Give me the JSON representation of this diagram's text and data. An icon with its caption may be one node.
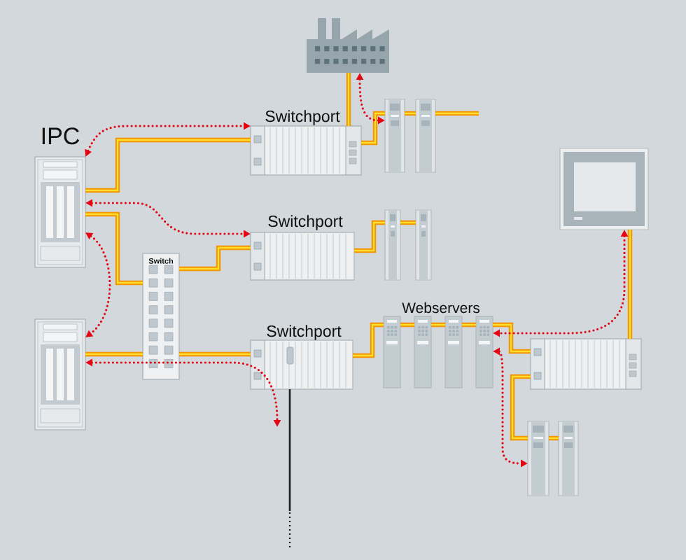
{
  "diagram": {
    "nodes": [
      {
        "text": [],
        "shape": "picture"
      },
      {
        "text": [
          "IPC"
        ]
      },
      {
        "text": [
          "Switchport"
        ]
      },
      {
        "text": [],
        "shape": "picture"
      },
      {
        "text": [],
        "shape": "picture"
      },
      {
        "text": [],
        "shape": "picture"
      },
      {
        "text": [
          "Switchport"
        ]
      },
      {
        "text": [],
        "shape": "picture"
      },
      {
        "text": [],
        "shape": "picture"
      },
      {
        "text": [
          "Switch"
        ]
      },
      {
        "text": [],
        "shape": "picture"
      },
      {
        "text": [
          "Switchport"
        ]
      },
      {
        "text": [],
        "shape": "picture"
      },
      {
        "text": [],
        "shape": "picture"
      },
      {
        "text": [],
        "shape": "picture"
      },
      {
        "text": [],
        "shape": "picture"
      },
      {
        "text": [],
        "shape": "picture"
      },
      {
        "text": [],
        "shape": "picture"
      },
      {
        "text": [],
        "shape": "picture"
      }
    ],
    "edges": [
      {
        "from": 1,
        "to": 2,
        "arrow": "none"
      },
      {
        "from": 1,
        "to": 9,
        "arrow": "none"
      },
      {
        "from": 9,
        "to": 6,
        "arrow": "none"
      },
      {
        "from": 10,
        "to": 9,
        "arrow": "none"
      },
      {
        "from": 9,
        "to": 11,
        "arrow": "none"
      },
      {
        "from": 2,
        "to": 0,
        "arrow": "none"
      },
      {
        "from": 2,
        "to": 3,
        "arrow": "none"
      },
      {
        "from": 3,
        "to": 4,
        "arrow": "none"
      },
      {
        "from": 4,
        "to": null,
        "arrow": "none"
      },
      {
        "from": 6,
        "to": 7,
        "arrow": "none"
      },
      {
        "from": 7,
        "to": 8,
        "arrow": "none"
      },
      {
        "from": 11,
        "to": 12,
        "arrow": "none"
      },
      {
        "from": 12,
        "to": 13,
        "arrow": "none"
      },
      {
        "from": 13,
        "to": 14,
        "arrow": "none"
      },
      {
        "from": 14,
        "to": 15,
        "arrow": "none"
      },
      {
        "from": 15,
        "to": 16,
        "arrow": "none"
      },
      {
        "from": 16,
        "to": 5,
        "arrow": "none"
      },
      {
        "from": 16,
        "to": 17,
        "arrow": "none"
      },
      {
        "from": 17,
        "to": 18,
        "arrow": "none"
      },
      {
        "from": 11,
        "to": null,
        "arrow": "none",
        "color": "#1e1e1e"
      },
      {
        "from": 1,
        "to": 2,
        "arrow": "both",
        "style": "dashed",
        "color": "#e30613"
      },
      {
        "from": 1,
        "to": 6,
        "arrow": "both",
        "style": "dashed",
        "color": "#e30613"
      },
      {
        "from": 1,
        "to": 10,
        "arrow": "both",
        "style": "dashed",
        "color": "#e30613"
      },
      {
        "from": 10,
        "to": null,
        "arrow": "both",
        "style": "dashed",
        "color": "#e30613"
      },
      {
        "from": 0,
        "to": 3,
        "arrow": "both",
        "style": "dashed",
        "color": "#e30613"
      },
      {
        "from": 5,
        "to": 15,
        "arrow": "both",
        "style": "dashed",
        "color": "#e30613"
      },
      {
        "from": 15,
        "to": 17,
        "arrow": "both",
        "style": "dashed",
        "color": "#e30613"
      }
    ],
    "labels": [
      "Webservers"
    ]
  }
}
